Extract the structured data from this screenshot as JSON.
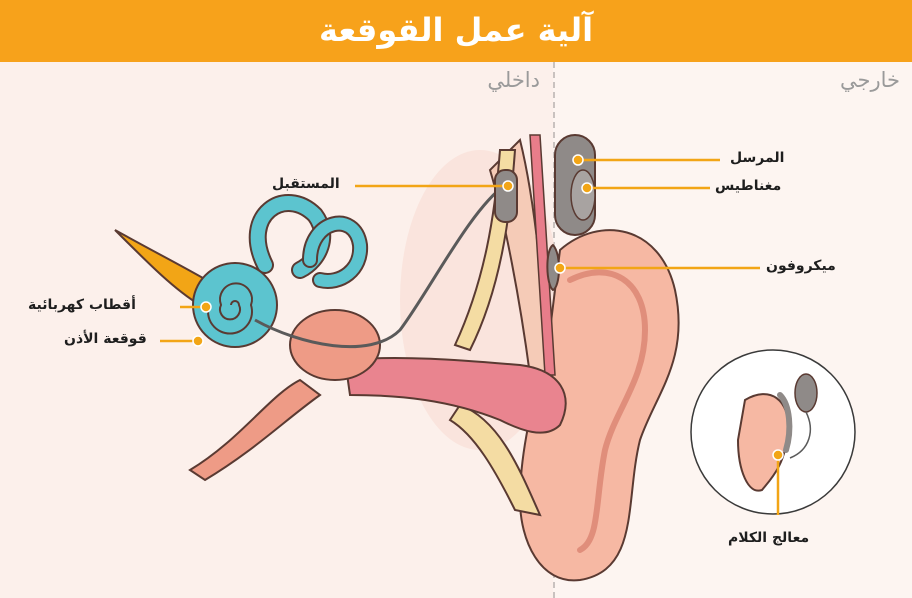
{
  "title": "آلية عمل القوقعة",
  "sides": {
    "inner": "داخلي",
    "outer": "خارجي"
  },
  "labels": {
    "receiver": "المستقبل",
    "electrodes": "أقطاب كهربائية",
    "cochlea": "قوقعة الأذن",
    "transmitter": "المرسل",
    "magnets": "مغناطيس",
    "microphone": "ميكروفون",
    "speech_processor": "معالج الكلام"
  },
  "colors": {
    "banner": "#f7a21b",
    "callout_line": "#f2a516",
    "cochlea": "#5cc4cf",
    "nerve": "#f2a516",
    "skin": "#f6b8a3",
    "device": "#8f8a88"
  }
}
